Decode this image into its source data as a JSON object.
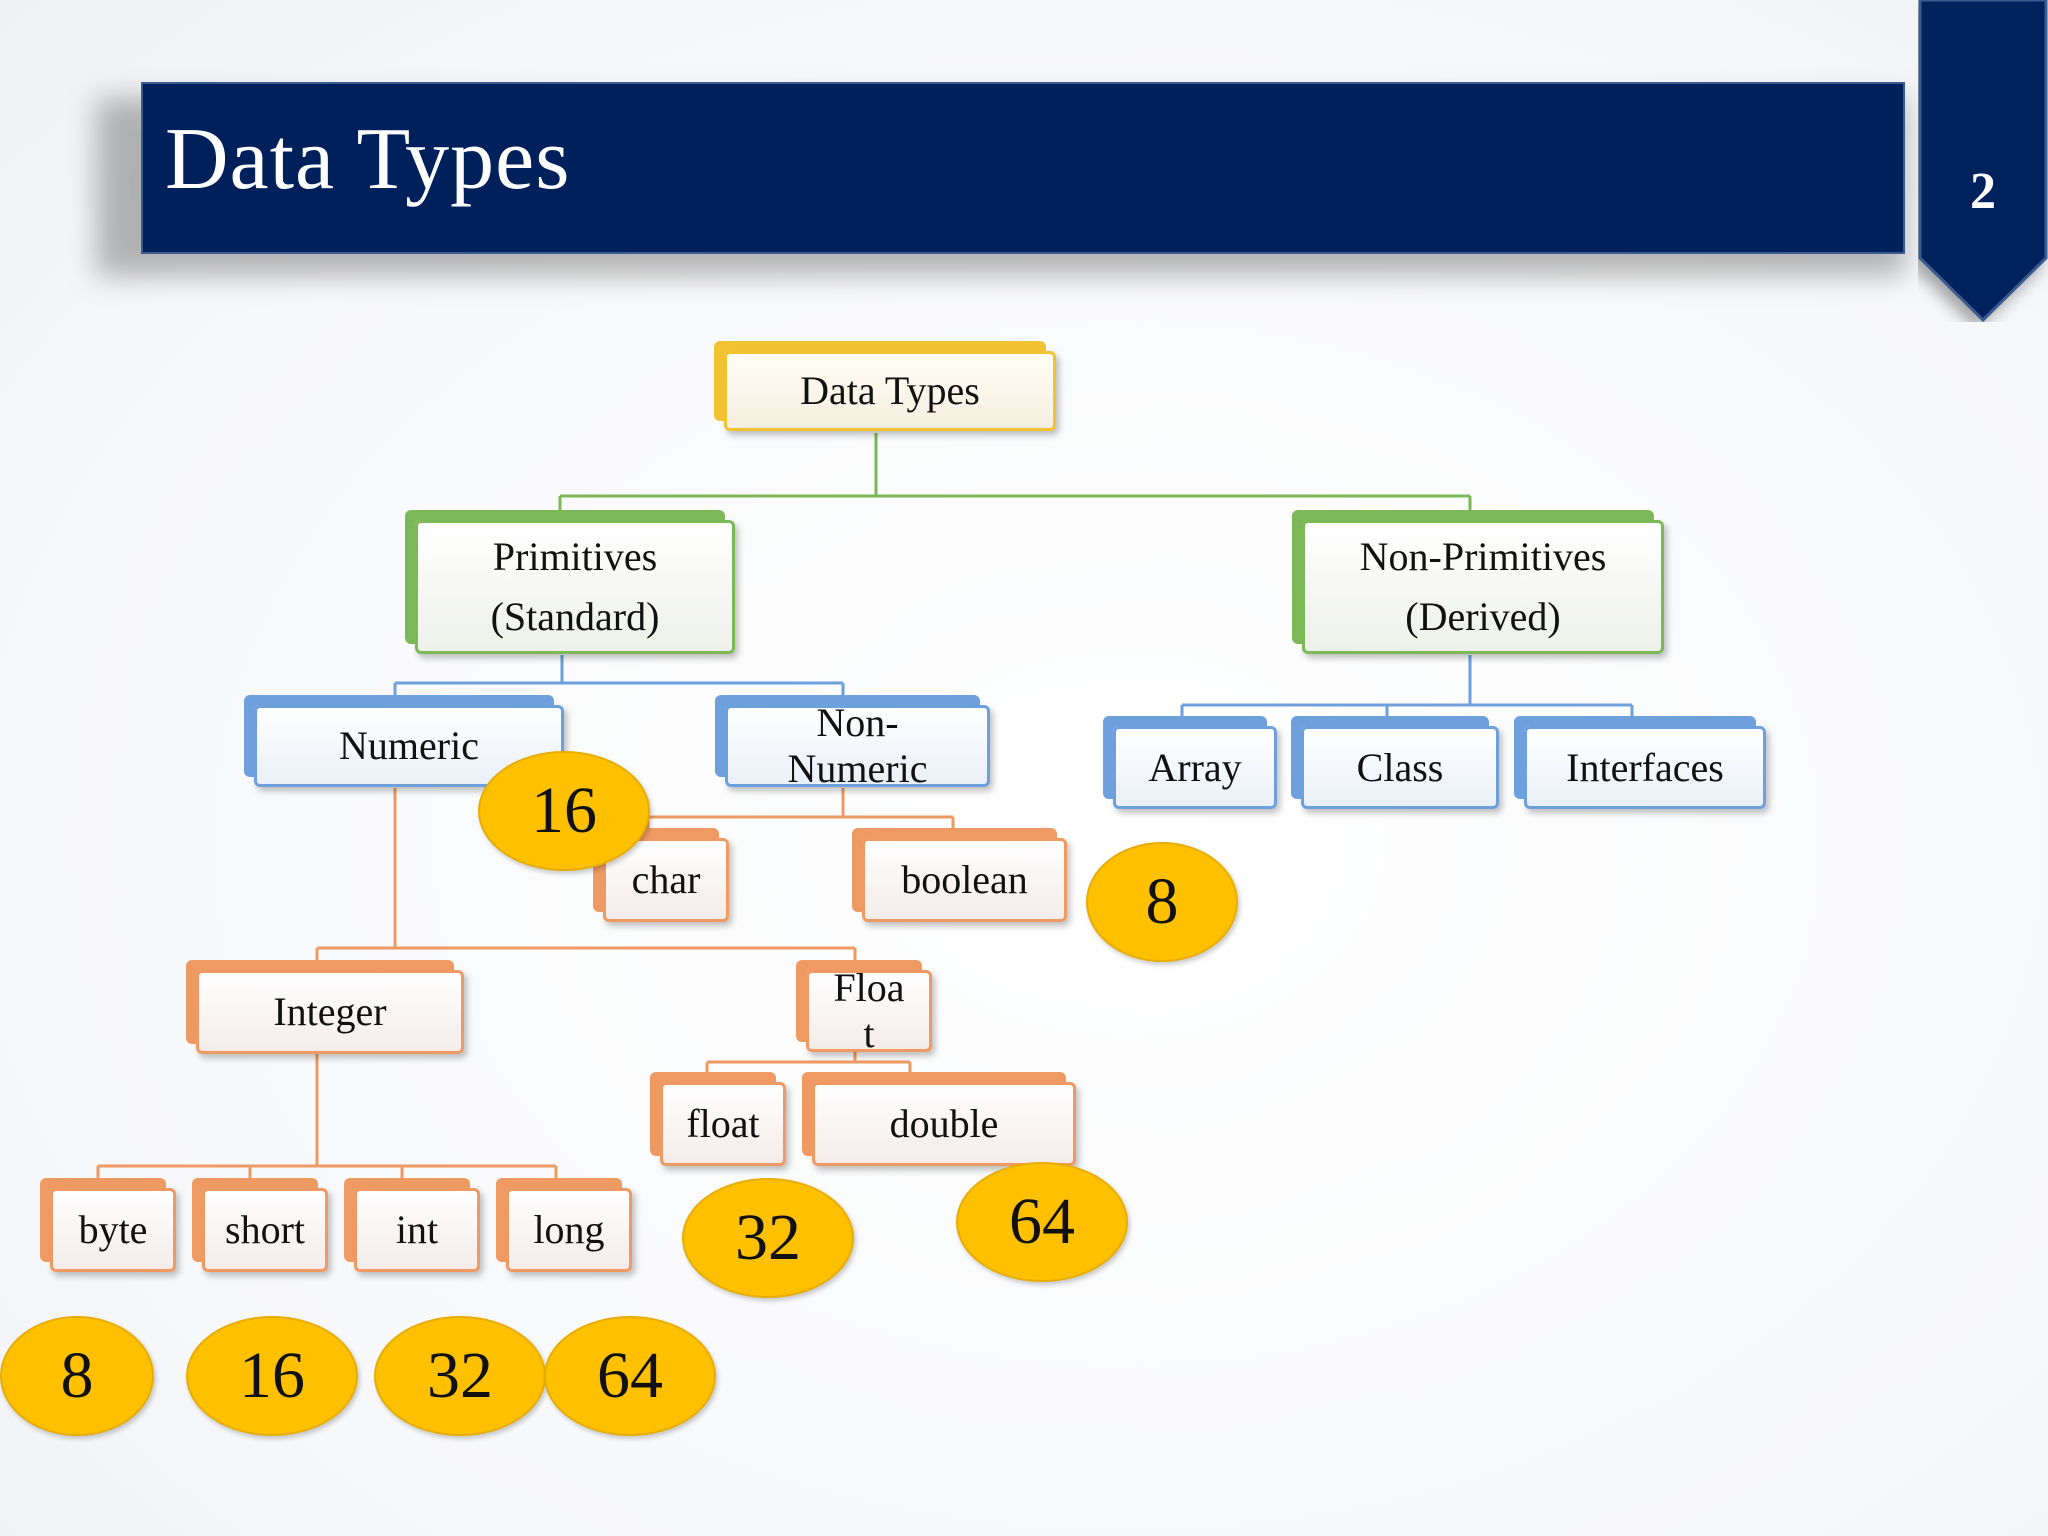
{
  "slide": {
    "title": "Data Types",
    "page_number": "2"
  },
  "colors": {
    "banner": "#00205c",
    "root_border": "#f1c232",
    "level1_border": "#7db857",
    "level2_border": "#6ea0dd",
    "leaf_border": "#ee9a62",
    "badge_fill": "#ffc000"
  },
  "tree": {
    "root": "Data Types",
    "primitives": {
      "line1": "Primitives",
      "line2": "(Standard)"
    },
    "non_primitives": {
      "line1": "Non-Primitives",
      "line2": "(Derived)"
    },
    "numeric": "Numeric",
    "non_numeric": {
      "line1": "Non-",
      "line2": "Numeric"
    },
    "array": "Array",
    "class": "Class",
    "interfaces": "Interfaces",
    "char": "char",
    "boolean": "boolean",
    "integer": "Integer",
    "float_group": {
      "line1": "Floa",
      "line2": "t"
    },
    "float": "float",
    "double": "double",
    "byte": "byte",
    "short": "short",
    "int": "int",
    "long": "long"
  },
  "bit_sizes": {
    "char": "16",
    "boolean": "8",
    "float": "32",
    "double": "64",
    "byte": "8",
    "short": "16",
    "int": "32",
    "long": "64"
  }
}
